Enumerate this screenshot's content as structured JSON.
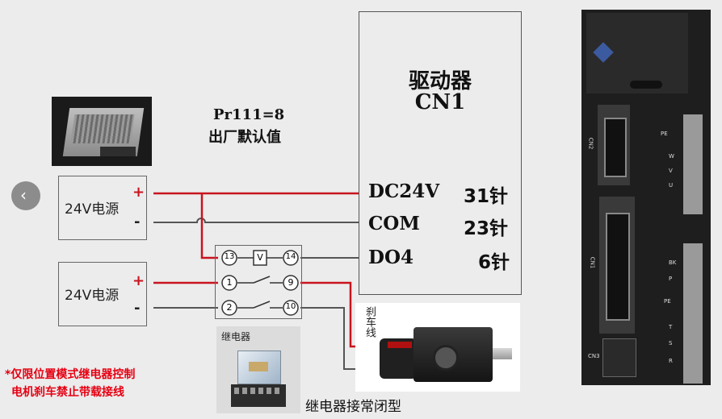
{
  "default_setting": {
    "line1": "Pr111=8",
    "line2": "出厂默认值"
  },
  "driver": {
    "title": "驱动器",
    "subtitle": "CN1"
  },
  "pins": [
    {
      "signal": "DC24V",
      "pin": "31针"
    },
    {
      "signal": "COM",
      "pin": "23针"
    },
    {
      "signal": "DO4",
      "pin": "6针"
    }
  ],
  "power_supply_1": {
    "label": "24V电源",
    "plus": "+",
    "minus": "-"
  },
  "power_supply_2": {
    "label": "24V电源",
    "plus": "+",
    "minus": "-"
  },
  "relay": {
    "terminals": [
      "13",
      "14",
      "1",
      "9",
      "2",
      "10"
    ],
    "coil": "V"
  },
  "relay_photo_label": "继电器",
  "brake_wire_label": "刹车线",
  "note": {
    "line1": "*仅限位置模式继电器控制",
    "line2": "电机刹车禁止带载接线"
  },
  "caption": "继电器接常闭型",
  "driver_panel": {
    "cn2": "CN2",
    "cn1": "CN1",
    "cn3": "CN3",
    "pe1": "PE",
    "w": "W",
    "v": "V",
    "u": "U",
    "bk": "BK",
    "p": "P",
    "pe2": "PE",
    "t": "T",
    "s": "S",
    "r": "R"
  },
  "colors": {
    "red": "#c8141e",
    "wire_gray": "#555555",
    "panel": "#1e1e1e",
    "note_red": "#e60012"
  }
}
